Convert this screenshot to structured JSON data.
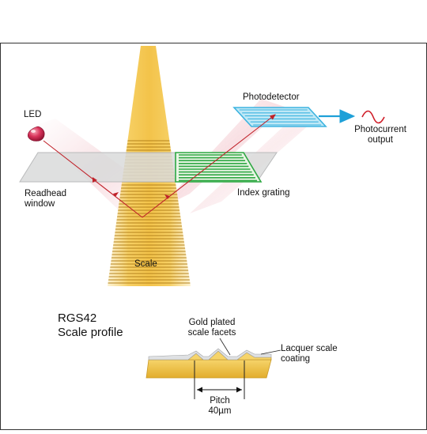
{
  "labels": {
    "led": "LED",
    "photodetector": "Photodetector",
    "photocurrent_line1": "Photocurrent",
    "photocurrent_line2": "output",
    "readhead_line1": "Readhead",
    "readhead_line2": "window",
    "index_grating": "Index grating",
    "scale": "Scale",
    "profile_title_line1": "RGS42",
    "profile_title_line2": "Scale profile",
    "gold_line1": "Gold plated",
    "gold_line2": "scale facets",
    "lacquer_line1": "Lacquer scale",
    "lacquer_line2": "coating",
    "pitch_line1": "Pitch",
    "pitch_line2": "40µm"
  },
  "colors": {
    "scale_gold": "#f4c64a",
    "beam_red": "#c0222a",
    "photodetector_blue": "#3db4e0",
    "index_green": "#2ea843",
    "output_arrow": "#1ea0d8",
    "sine_red": "#d01f2a",
    "window_gray": "#d9dadb"
  }
}
